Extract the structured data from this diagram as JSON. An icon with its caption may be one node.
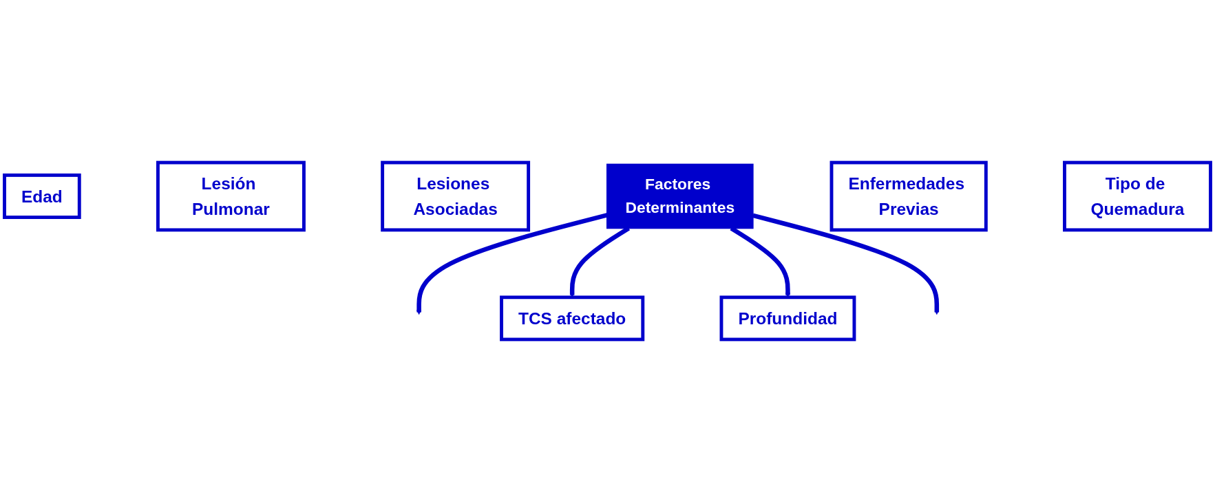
{
  "diagram": {
    "nodes": [
      {
        "text": [
          "Edad"
        ]
      },
      {
        "text": [
          "Lesión Pulmonar"
        ]
      },
      {
        "text": [
          "Lesiones Asociadas"
        ]
      },
      {
        "text": [
          "Factores Determinantes"
        ]
      },
      {
        "text": [
          "TCS afectado"
        ]
      },
      {
        "text": [
          "Profundidad"
        ]
      },
      {
        "text": [
          "Enfermedades Previas"
        ]
      },
      {
        "text": [
          "Tipo de Quemadura"
        ]
      }
    ],
    "edges": [
      {
        "from": 3,
        "to": null,
        "arrow": "to"
      },
      {
        "from": 3,
        "to": 4,
        "arrow": "to"
      },
      {
        "from": 3,
        "to": 5,
        "arrow": "to"
      },
      {
        "from": 3,
        "to": null,
        "arrow": "to"
      }
    ]
  }
}
